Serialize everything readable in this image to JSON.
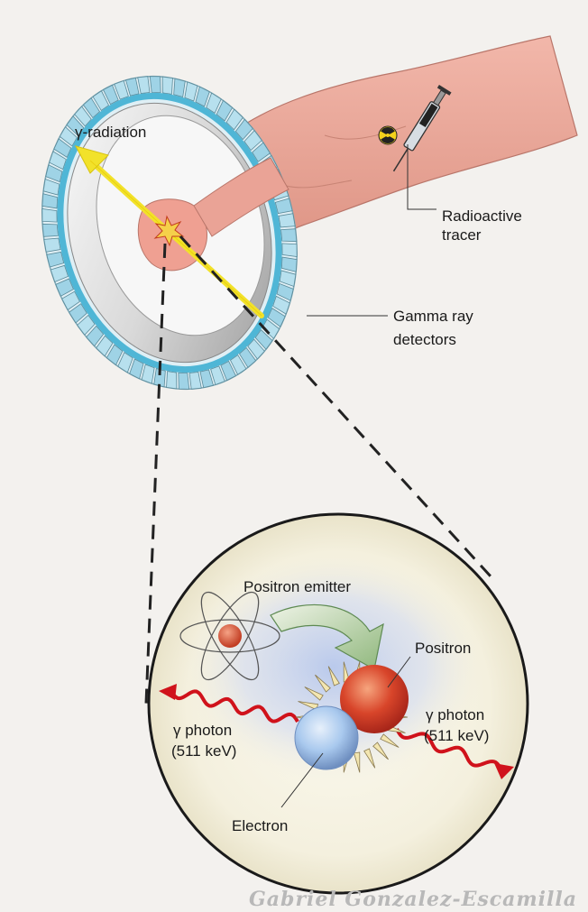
{
  "labels": {
    "gamma_radiation": "γ-radiation",
    "radioactive_tracer_line1": "Radioactive",
    "radioactive_tracer_line2": "tracer",
    "gamma_detectors_line1": "Gamma ray",
    "gamma_detectors_line2": "detectors",
    "positron_emitter": "Positron emitter",
    "positron": "Positron",
    "photon_left_line1": "γ photon",
    "photon_left_line2": "(511 keV)",
    "photon_right_line1": "γ photon",
    "photon_right_line2": "(511 keV)",
    "electron": "Electron"
  },
  "watermark": "Gabriel Gonzalez-Escamilla",
  "icons": {
    "scanner": "pet-scanner-ring",
    "patient": "patient-body",
    "syringe": "syringe-icon",
    "radiation": "radiation-symbol-icon",
    "atom": "atom-icon"
  },
  "colors": {
    "detector_blue": "#9fd3e6",
    "ring_cyan": "#4fb6d6",
    "skin": "#e9a79a",
    "gamma_arrow": "#f2e22a",
    "photon_wave": "#d0121b",
    "positron": "#d8452a",
    "electron": "#a9c9ee",
    "flash": "#f3e6b0"
  }
}
